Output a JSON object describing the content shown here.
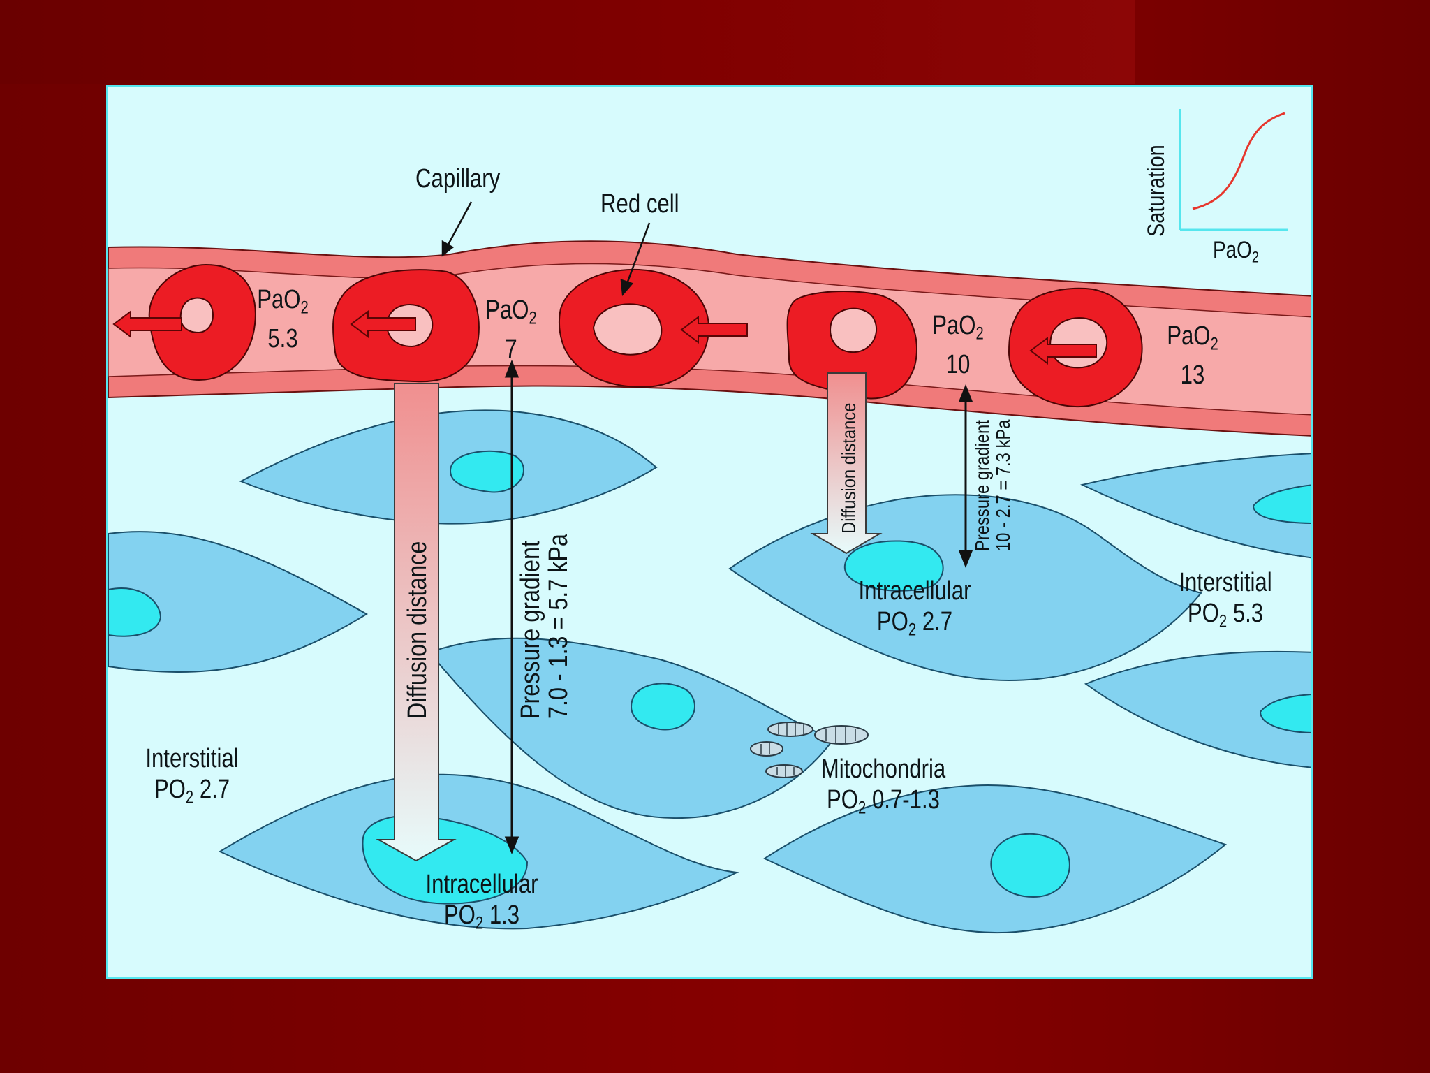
{
  "colors": {
    "slide_background": "#7a0000",
    "diagram_background": "#d7fbfd",
    "diagram_border": "#55e6ee",
    "capillary": "#f07a7a",
    "red_cell": "#ec1c24",
    "red_cell_center": "#f9c0c0",
    "tissue_cell": "#83d2f0",
    "nucleus": "#33e9f0",
    "curve": "#e6362d"
  },
  "labels": {
    "capillary": "Capillary",
    "red_cell": "Red cell",
    "pao2": "PaO",
    "po2": "PO",
    "subscript": "2",
    "pao2_values": [
      "5.3",
      "7",
      "10",
      "13"
    ],
    "interstitial": "Interstitial",
    "interstitial_left_value": "2.7",
    "interstitial_right_value": "5.3",
    "intracellular": "Intracellular",
    "intracellular_left_value": "1.3",
    "intracellular_right_value": "2.7",
    "mitochondria": "Mitochondria",
    "mitochondria_value": "0.7-1.3",
    "diffusion_distance": "Diffusion distance",
    "pressure_gradient": "Pressure gradient",
    "gradient_left": "7.0 - 1.3 = 5.7 kPa",
    "gradient_right": "10 - 2.7 = 7.3 kPa"
  },
  "inset": {
    "ylabel": "Saturation",
    "xlabel": "PaO",
    "xlabel_sub": "2",
    "curve": "sigmoid"
  }
}
